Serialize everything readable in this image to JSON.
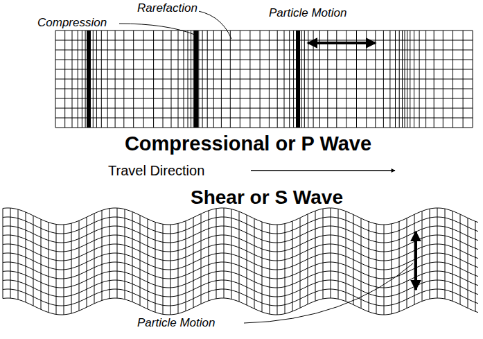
{
  "diagram": {
    "labels": [
      "Compression",
      "Rarefaction",
      "Particle Motion",
      "Compressional or P Wave",
      "Travel Direction",
      "Shear or S Wave",
      "Particle Motion"
    ]
  }
}
